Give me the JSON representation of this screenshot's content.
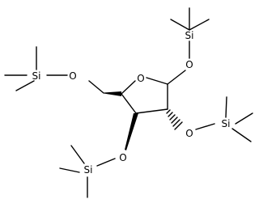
{
  "molecule": {
    "atoms": {
      "o_ring": "O",
      "o_anomeric": "O",
      "o_c2": "O",
      "o_c3": "O",
      "o_c5": "O",
      "si_top": "Si",
      "si_right": "Si",
      "si_bottom": "Si",
      "si_left": "Si"
    }
  }
}
